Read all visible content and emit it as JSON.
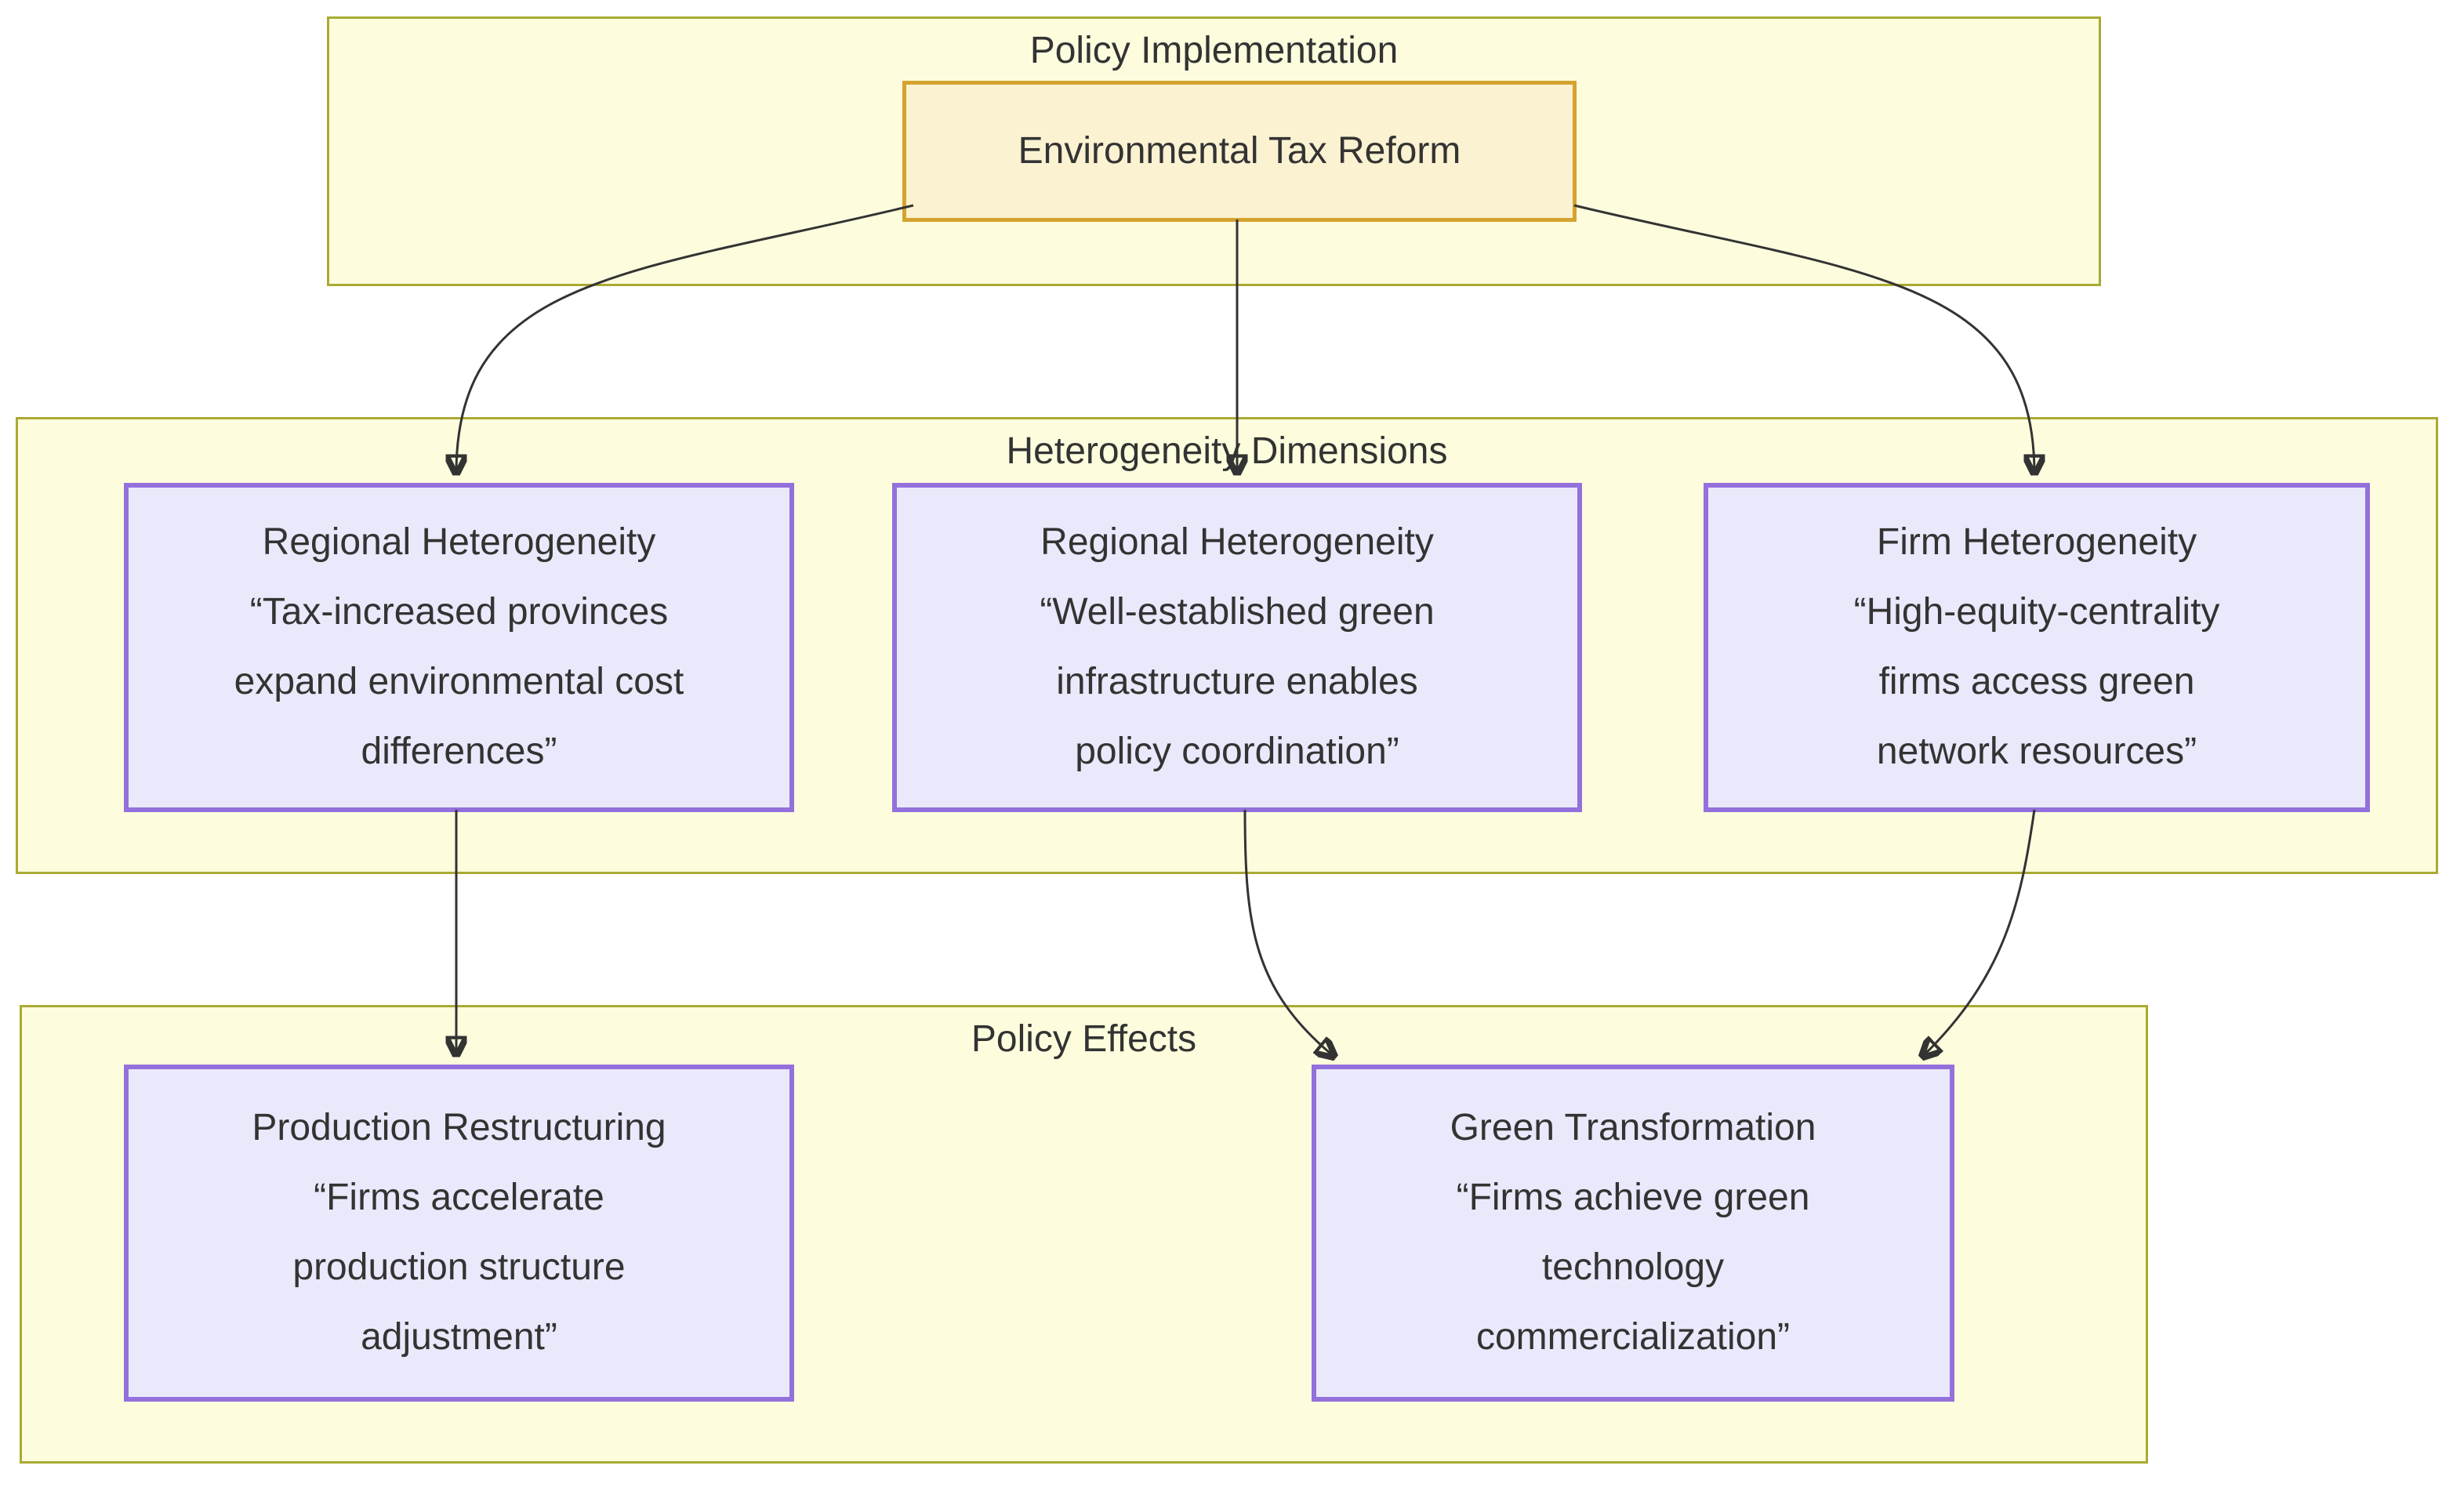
{
  "diagram_type": "flowchart",
  "sections": [
    {
      "id": "policy-implementation",
      "label": "Policy Implementation",
      "nodes": [
        {
          "id": "environmental-tax-reform",
          "style": "highlight",
          "text": "Environmental Tax Reform"
        }
      ]
    },
    {
      "id": "heterogeneity-dimensions",
      "label": "Heterogeneity Dimensions",
      "nodes": [
        {
          "id": "regional-heterogeneity-tax",
          "style": "default",
          "text": "Regional Heterogeneity\n“Tax-increased provinces\nexpand environmental cost\ndifferences”"
        },
        {
          "id": "regional-heterogeneity-infrastructure",
          "style": "default",
          "text": "Regional Heterogeneity\n“Well-established green\ninfrastructure enables\npolicy coordination”"
        },
        {
          "id": "firm-heterogeneity",
          "style": "default",
          "text": "Firm Heterogeneity\n“High-equity-centrality\nfirms access green\nnetwork resources”"
        }
      ]
    },
    {
      "id": "policy-effects",
      "label": "Policy Effects",
      "nodes": [
        {
          "id": "production-restructuring",
          "style": "default",
          "text": "Production Restructuring\n“Firms accelerate\nproduction structure\nadjustment”"
        },
        {
          "id": "green-transformation",
          "style": "default",
          "text": "Green Transformation\n“Firms achieve green\ntechnology\ncommercialization”"
        }
      ]
    }
  ],
  "edges": [
    {
      "from": "environmental-tax-reform",
      "to": "regional-heterogeneity-tax"
    },
    {
      "from": "environmental-tax-reform",
      "to": "regional-heterogeneity-infrastructure"
    },
    {
      "from": "environmental-tax-reform",
      "to": "firm-heterogeneity"
    },
    {
      "from": "regional-heterogeneity-tax",
      "to": "production-restructuring"
    },
    {
      "from": "regional-heterogeneity-infrastructure",
      "to": "green-transformation"
    },
    {
      "from": "firm-heterogeneity",
      "to": "green-transformation"
    }
  ],
  "colors": {
    "section_fill": "#fdfdde",
    "section_border": "#aaaa33",
    "highlight_node_fill": "#fbf2d2",
    "highlight_node_border": "#d4a330",
    "node_fill": "#e9e9fb",
    "node_border": "#9370db",
    "arrow": "#333333",
    "text": "#333333"
  }
}
